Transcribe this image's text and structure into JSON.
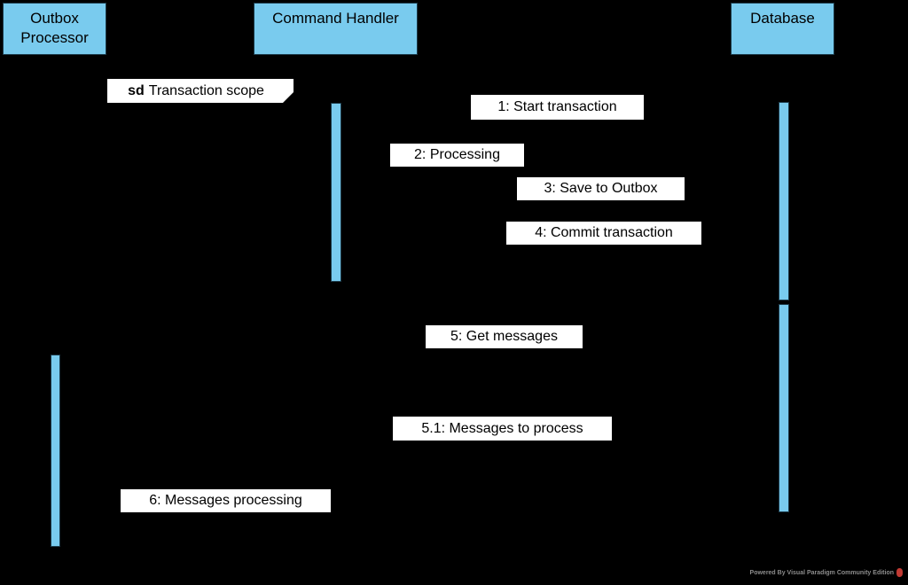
{
  "colors": {
    "background": "#000000",
    "participant-fill": "#79CBEE",
    "participant-border": "#1d3b4a",
    "label-bg": "#ffffff",
    "label-text": "#000000",
    "watermark-text": "#8c8c8c",
    "watermark-logo": "#c13a33"
  },
  "diagram_type": "uml-sequence-diagram",
  "participants": [
    {
      "id": "outbox-processor",
      "label": "Outbox\nProcessor"
    },
    {
      "id": "command-handler",
      "label": "Command Handler"
    },
    {
      "id": "database",
      "label": "Database"
    }
  ],
  "fragment": {
    "operator": "sd",
    "title": "Transaction scope"
  },
  "messages": [
    {
      "label": "1: Start transaction"
    },
    {
      "label": "2: Processing"
    },
    {
      "label": "3: Save to Outbox"
    },
    {
      "label": "4: Commit transaction"
    },
    {
      "label": "5: Get messages"
    },
    {
      "label": "5.1: Messages to process"
    },
    {
      "label": "6: Messages processing"
    }
  ],
  "watermark": {
    "text": "Powered By Visual Paradigm Community Edition"
  }
}
